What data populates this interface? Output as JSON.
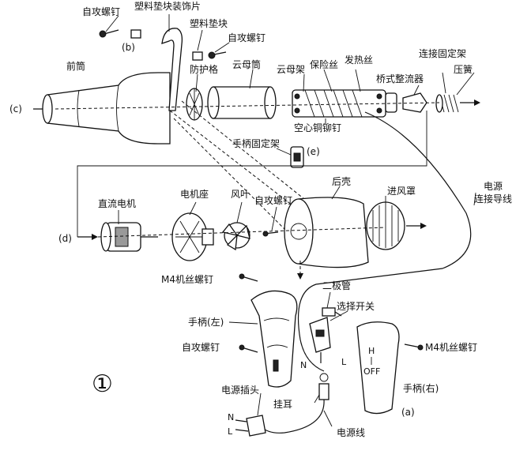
{
  "labels": {
    "self_tap_screw_top": "自攻螺钉",
    "plastic_pad_trim": "塑料垫块装饰片",
    "plastic_pad": "塑料垫块",
    "self_tap_screw_2": "自攻螺钉",
    "b": "(b)",
    "front_tube": "前筒",
    "mica_tube": "云母筒",
    "guard_grid": "防护格",
    "mica_frame": "云母架",
    "fuse": "保险丝",
    "heating_wire": "发热丝",
    "bridge_rectifier": "桥式整流器",
    "connect_bracket": "连接固定架",
    "spring": "压簧",
    "c": "(c)",
    "hollow_rivet": "空心铜铆钉",
    "handle_bracket": "手柄固定架",
    "e": "(e)",
    "rear_shell": "后壳",
    "dc_motor": "直流电机",
    "motor_seat": "电机座",
    "fan_blade": "风叶",
    "self_tap_screw_3": "自攻螺钉",
    "air_inlet_cover": "进风罩",
    "power_lead": "电源\n连接导线",
    "d": "(d)",
    "m4_screw_left": "M4机丝螺钉",
    "diode": "二极管",
    "selector_switch": "选择开关",
    "handle_left": "手柄(左)",
    "self_tap_screw_4": "自攻螺钉",
    "m4_screw_right": "M4机丝螺钉",
    "handle_right": "手柄(右)",
    "figure_no": "①",
    "power_plug": "电源插头",
    "hang_ear": "挂耳",
    "power_cord": "电源线",
    "a": "(a)",
    "plug_n": "N",
    "plug_l": "L",
    "sw_n": "N",
    "sw_l": "L",
    "sw_h": "H",
    "sw_off": "OFF"
  }
}
